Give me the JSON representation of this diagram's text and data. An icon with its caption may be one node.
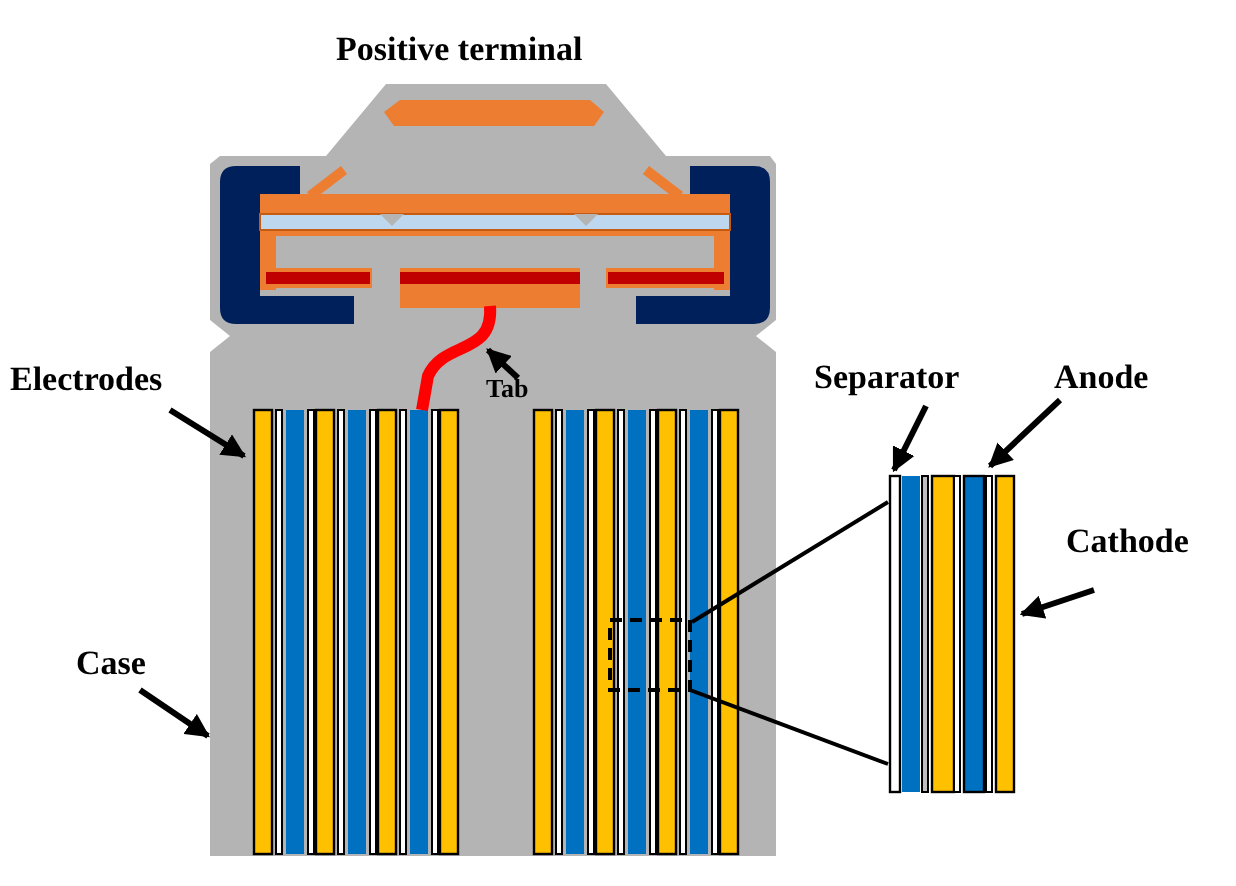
{
  "diagram": {
    "nodes": [
      {
        "text": [
          "Electrodes"
        ]
      },
      {
        "text": [
          "Case"
        ]
      },
      {
        "text": [
          "Tab"
        ],
        "in": 6
      },
      {
        "text": [
          "Separator"
        ]
      },
      {
        "text": [
          "Anode"
        ]
      },
      {
        "text": [
          "Cathode"
        ]
      },
      {
        "text": [],
        "shape": "picture"
      },
      {
        "text": [],
        "shape": "picture",
        "in": 6
      },
      {
        "text": [],
        "shape": "picture",
        "in": 6
      },
      {
        "text": [],
        "shape": "bar"
      },
      {
        "text": [],
        "shape": "bar"
      },
      {
        "text": [],
        "shape": "bar"
      },
      {
        "text": [],
        "shape": "box",
        "in": 6
      }
    ],
    "edges": [
      {
        "from": 0,
        "to": 7,
        "arrow": "to"
      },
      {
        "from": 1,
        "to": 6,
        "arrow": "to"
      },
      {
        "from": 2,
        "to": 8,
        "arrow": "to"
      },
      {
        "from": 3,
        "to": 9,
        "arrow": "to"
      },
      {
        "from": 4,
        "to": 10,
        "arrow": "to"
      },
      {
        "from": 5,
        "to": 11,
        "arrow": "to"
      },
      {
        "from": 12,
        "to": 9,
        "arrow": "none"
      },
      {
        "from": 12,
        "to": 9,
        "arrow": "none"
      }
    ],
    "labels": [
      "Positive terminal"
    ]
  }
}
